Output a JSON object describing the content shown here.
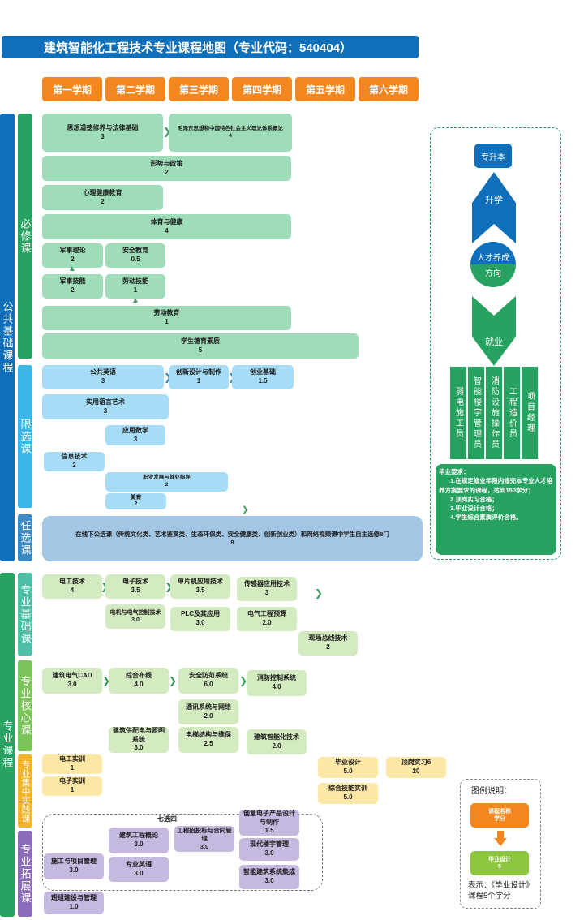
{
  "title": "建筑智能化工程技术专业课程地图（专业代码：540404）",
  "semesters": [
    "第一学期",
    "第二学期",
    "第三学期",
    "第四学期",
    "第五学期",
    "第六学期"
  ],
  "left_labels": {
    "public": "公共基础课程",
    "required": "必修课",
    "limited": "限选课",
    "elective": "任选课",
    "major": "专业课程",
    "major_basic": "专业基础课",
    "major_core": "专业核心课",
    "major_practice": "专业集中实践课",
    "major_extend": "专业拓展课"
  },
  "required": [
    {
      "name": "思想道德修养与法律基础",
      "credit": "3"
    },
    {
      "name": "毛泽东思想和中国特色社会主义理论体系概论",
      "credit": "4"
    },
    {
      "name": "形势与政策",
      "credit": "2"
    },
    {
      "name": "心理健康教育",
      "credit": "2"
    },
    {
      "name": "体育与健康",
      "credit": "4"
    },
    {
      "name": "军事理论",
      "credit": "2"
    },
    {
      "name": "安全教育",
      "credit": "0.5"
    },
    {
      "name": "军事技能",
      "credit": "2"
    },
    {
      "name": "劳动技能",
      "credit": "1"
    },
    {
      "name": "劳动教育",
      "credit": "1"
    },
    {
      "name": "学生德育素质",
      "credit": "5"
    }
  ],
  "limited": [
    {
      "name": "公共英语",
      "credit": "3"
    },
    {
      "name": "创新设计与制作",
      "credit": "1"
    },
    {
      "name": "创业基础",
      "credit": "1.5"
    },
    {
      "name": "实用语言艺术",
      "credit": "3"
    },
    {
      "name": "应用数学",
      "credit": "3"
    },
    {
      "name": "信息技术",
      "credit": "2"
    },
    {
      "name": "职业发展与就业指导",
      "credit": "2"
    },
    {
      "name": "美育",
      "credit": "2"
    }
  ],
  "elective": {
    "name": "在线下公选课（传统文化类、艺术鉴赏类、生态环保类、安全健康类、创新创业类）和网络视频课中学生自主选修8门",
    "credit": "8"
  },
  "major_basic": [
    {
      "name": "电工技术",
      "credit": "4"
    },
    {
      "name": "电子技术",
      "credit": "3.5"
    },
    {
      "name": "单片机应用技术",
      "credit": "3.5"
    },
    {
      "name": "传感器应用技术",
      "credit": "3"
    },
    {
      "name": "电机与电气控制技术",
      "credit": "3.0"
    },
    {
      "name": "PLC及其应用",
      "credit": "3.0"
    },
    {
      "name": "电气工程预算",
      "credit": "2.0"
    },
    {
      "name": "现场总线技术",
      "credit": "2"
    }
  ],
  "major_core": [
    {
      "name": "建筑电气CAD",
      "credit": "3.0"
    },
    {
      "name": "综合布线",
      "credit": "4.0"
    },
    {
      "name": "安全防范系统",
      "credit": "6.0"
    },
    {
      "name": "消防控制系统",
      "credit": "4.0"
    },
    {
      "name": "通讯系统与网络",
      "credit": "2.0"
    },
    {
      "name": "建筑供配电与照明系统",
      "credit": "3.0"
    },
    {
      "name": "电梯结构与维保",
      "credit": "2.5"
    },
    {
      "name": "建筑智能化技术",
      "credit": "2.0"
    }
  ],
  "major_practice": [
    {
      "name": "电工实训",
      "credit": "1"
    },
    {
      "name": "电子实训",
      "credit": "1"
    },
    {
      "name": "毕业设计",
      "credit": "5.0"
    },
    {
      "name": "顶岗实习6",
      "credit": "20"
    },
    {
      "name": "综合技能实训",
      "credit": "5.0"
    }
  ],
  "major_extend": {
    "group_label": "七选四",
    "items": [
      {
        "name": "建筑工程概论",
        "credit": "3.0"
      },
      {
        "name": "工程招投标与合同管理",
        "credit": "3.0"
      },
      {
        "name": "创意电子产品设计与制作",
        "credit": "1.5"
      },
      {
        "name": "现代楼宇管理",
        "credit": "3.0"
      },
      {
        "name": "施工与项目管理",
        "credit": "3.0"
      },
      {
        "name": "专业英语",
        "credit": "3.0"
      },
      {
        "name": "智能建筑系统集成",
        "credit": "3.0"
      },
      {
        "name": "班组建设与管理",
        "credit": "1.0"
      }
    ]
  },
  "right_panel": {
    "top": "专升本",
    "up": "升学",
    "circle_top": "人才养成",
    "circle_bottom": "方向",
    "down": "就业",
    "careers": [
      "弱电施工员",
      "智能楼宇管理员",
      "消防设施操作员",
      "工程造价员",
      "项目经理"
    ],
    "requirements_title": "毕业要求：",
    "requirements": [
      "1.在规定修业年限内修完本专业人才培养方案要求的课程，达到150学分；",
      "2.顶岗实习合格；",
      "3.毕业设计合格；",
      "4.学生综合素质评价合格。"
    ]
  },
  "legend": {
    "title": "图例说明：",
    "box1_name": "课程名称",
    "box1_credit": "学分",
    "box2_name": "毕业设计",
    "box2_credit": "5",
    "note": "表示：《毕业设计》课程5个学分"
  },
  "colors": {
    "title_bg": "#0f6fb8",
    "semester": "#f3871f",
    "required": "#9fdcb9",
    "limited": "#a6dcf5",
    "core": "#d4ebc2",
    "practice": "#fde8a5",
    "extend": "#c5b9e0",
    "green": "#27a260"
  }
}
